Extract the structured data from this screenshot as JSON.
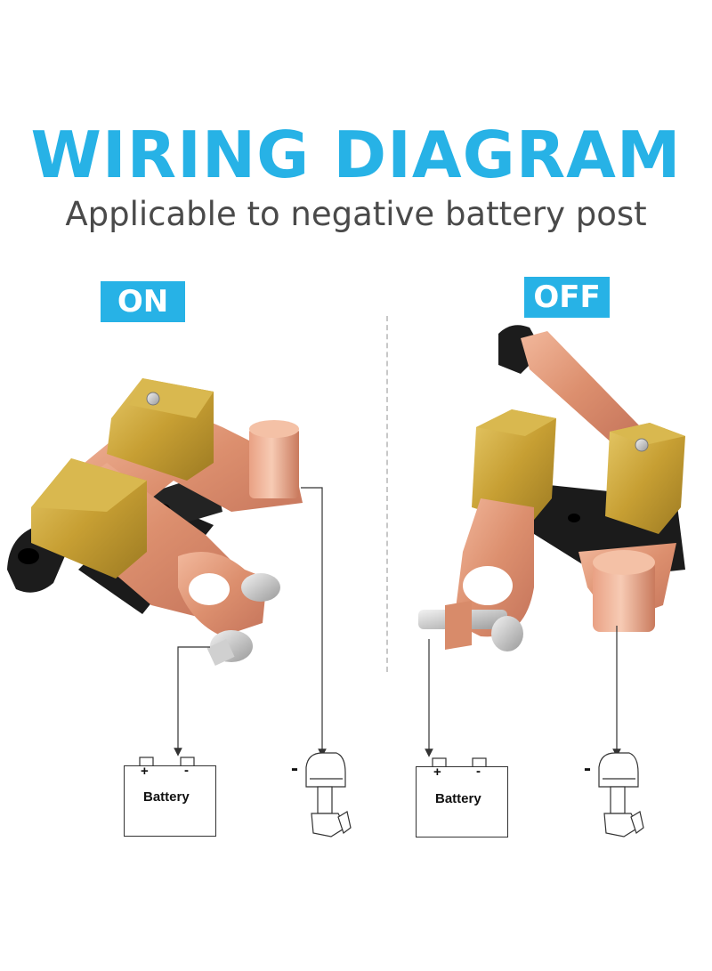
{
  "header": {
    "title": "WIRING DIAGRAM",
    "subtitle": "Applicable to negative battery post"
  },
  "states": {
    "on_label": "ON",
    "off_label": "OFF"
  },
  "battery": {
    "label": "Battery",
    "positive": "+",
    "negative": "-"
  },
  "motor": {
    "sign": "-"
  },
  "colors": {
    "accent": "#27b2e6",
    "copper": "#e0987a",
    "brass": "#c9a43a",
    "rubber": "#1c1c1c"
  }
}
